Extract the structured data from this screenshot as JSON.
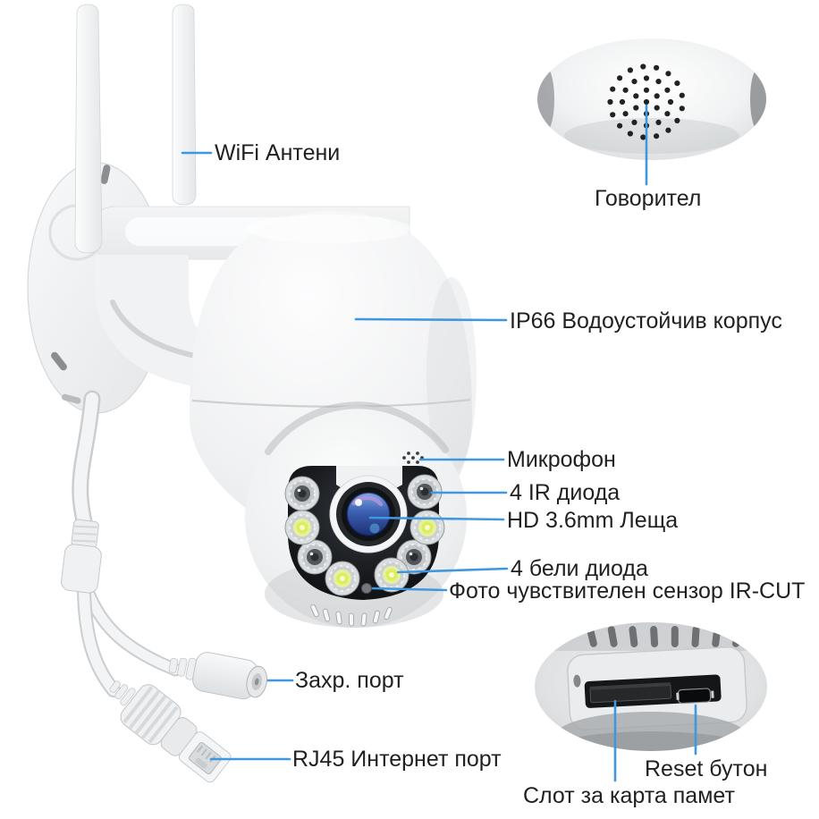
{
  "page": {
    "type": "product-callout-diagram",
    "background_color": "#ffffff",
    "accent_color": "#3f97e0",
    "label_color": "#1f2022",
    "product": "PTZ WiFi security camera"
  },
  "labels": {
    "wifi_antennas": "WiFi Антени",
    "speaker": "Говорител",
    "housing": "IP66 Водоустойчив корпус",
    "microphone": "Микрофон",
    "ir_leds": "4 IR диода",
    "lens": "HD 3.6mm Леща",
    "white_leds": "4 бели диода",
    "light_sensor": "Фото чувствителен сензор IR-CUT",
    "power_port": "Захр. порт",
    "rj45_port": "RJ45 Интернет порт",
    "reset_button": "Reset бутон",
    "sd_slot": "Слот за карта памет"
  }
}
